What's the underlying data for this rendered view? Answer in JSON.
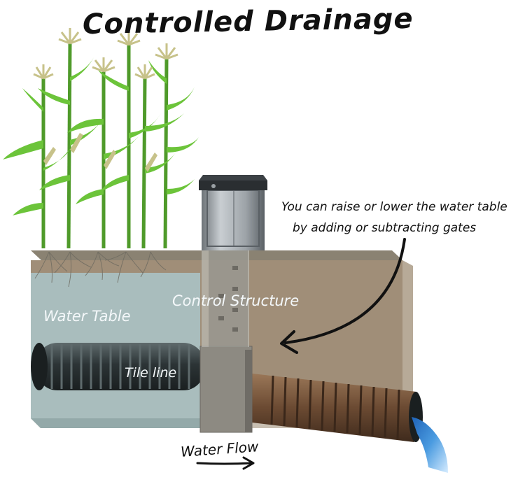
{
  "title": "Controlled Drainage",
  "annotation": {
    "line1": "You can raise or lower the water table",
    "line2": "by adding or subtracting gates"
  },
  "labels": {
    "control_structure": "Control Structure",
    "water_table": "Water Table",
    "tile_line": "Tile line",
    "water_flow": "Water Flow"
  },
  "colors": {
    "soil_top": "#8a8272",
    "soil": "#a08e78",
    "water": "#a9bdbd",
    "pipe_dark": "#2c3436",
    "pipe_brown": "#6b4a32",
    "plant_green": "#6cc43a",
    "tassel": "#c7c28a",
    "water_jet": "#4a9be0",
    "structure_metal": "#9da3a8"
  }
}
